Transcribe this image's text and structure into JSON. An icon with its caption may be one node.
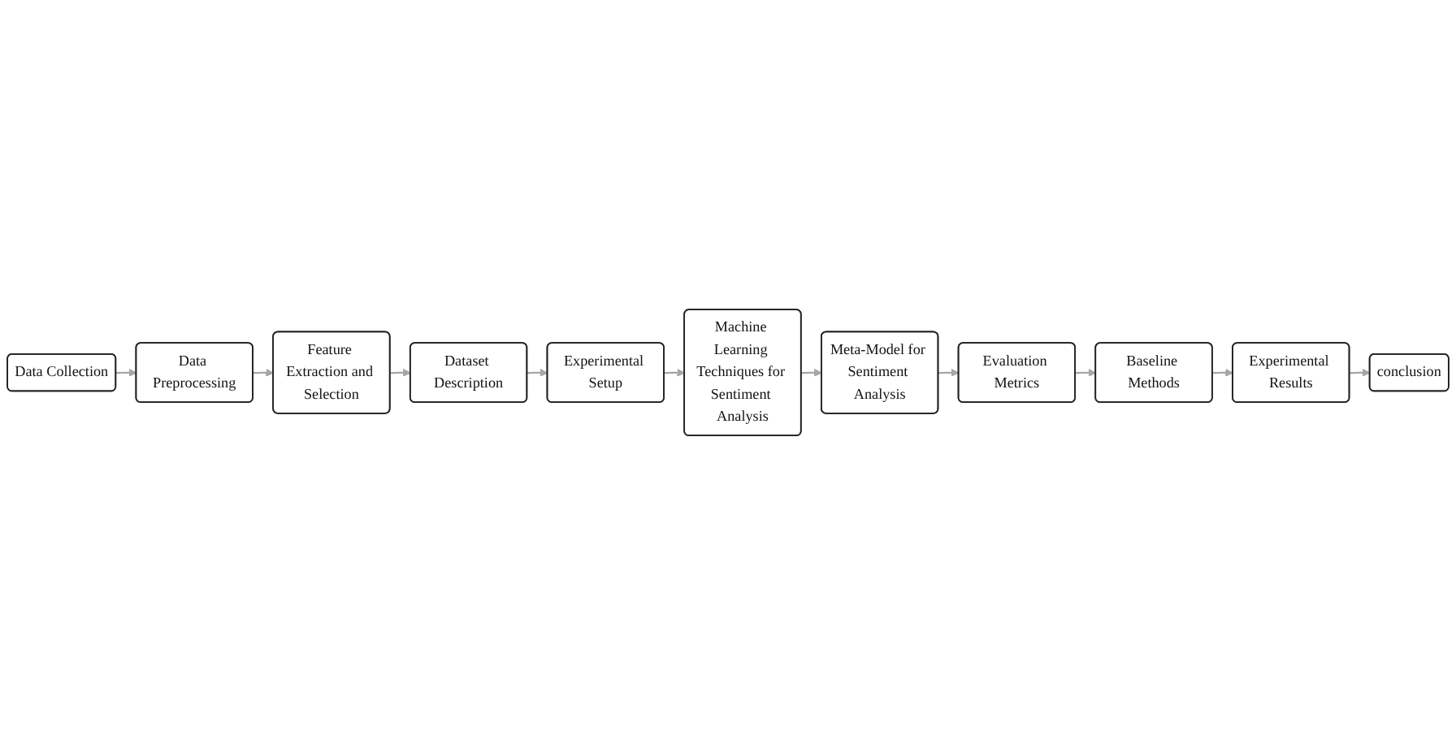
{
  "diagram": {
    "nodes": [
      {
        "text": [
          "Data Collection"
        ]
      },
      {
        "text": [
          "Data Preprocessing"
        ]
      },
      {
        "text": [
          "Feature Extraction and Selection"
        ]
      },
      {
        "text": [
          "Dataset Description"
        ]
      },
      {
        "text": [
          "Experimental Setup"
        ]
      },
      {
        "text": [
          "Machine Learning Techniques for Sentiment Analysis"
        ]
      },
      {
        "text": [
          "Meta-Model for Sentiment Analysis"
        ]
      },
      {
        "text": [
          "Evaluation Metrics"
        ]
      },
      {
        "text": [
          "Baseline Methods"
        ]
      },
      {
        "text": [
          "Experimental Results"
        ]
      },
      {
        "text": [
          "conclusion"
        ]
      }
    ],
    "edges": [
      {
        "from": 0,
        "to": 1,
        "arrow": "to"
      },
      {
        "from": 1,
        "to": 2,
        "arrow": "to"
      },
      {
        "from": 2,
        "to": 3,
        "arrow": "to"
      },
      {
        "from": 3,
        "to": 4,
        "arrow": "to"
      },
      {
        "from": 4,
        "to": 5,
        "arrow": "to"
      },
      {
        "from": 5,
        "to": 6,
        "arrow": "to"
      },
      {
        "from": 6,
        "to": 7,
        "arrow": "to"
      },
      {
        "from": 7,
        "to": 8,
        "arrow": "to"
      },
      {
        "from": 8,
        "to": 9,
        "arrow": "to"
      },
      {
        "from": 9,
        "to": 10,
        "arrow": "to"
      }
    ]
  }
}
